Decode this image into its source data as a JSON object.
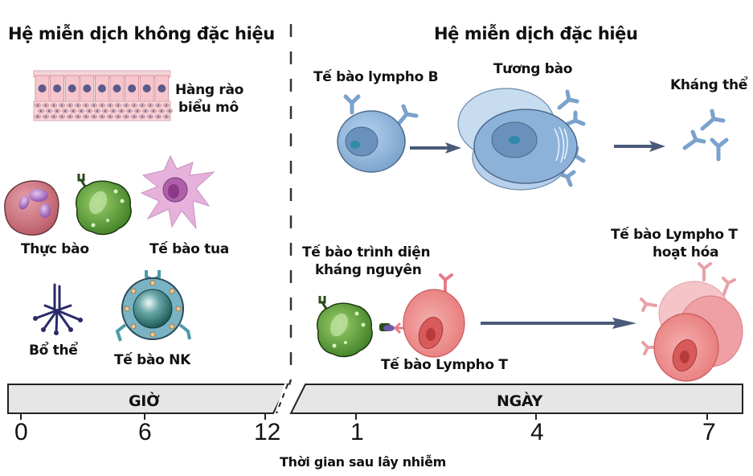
{
  "innate": {
    "title": "Hệ miễn dịch không đặc hiệu",
    "epithelial_label_line1": "Hàng rào",
    "epithelial_label_line2": "biểu mô",
    "phagocyte_label": "Thực bào",
    "dendritic_label": "Tế bào tua",
    "complement_label": "Bổ thể",
    "nk_label": "Tế bào NK"
  },
  "adaptive": {
    "title": "Hệ miễn dịch đặc hiệu",
    "b_cell_label": "Tế bào lympho B",
    "plasma_cell_label": "Tương bào",
    "antibody_label": "Kháng thể",
    "apc_label_line1": "Tế bào trình diện",
    "apc_label_line2": "kháng nguyên",
    "t_cell_label": "Tế bào Lympho T",
    "activated_t_label_line1": "Tế bào Lympho T",
    "activated_t_label_line2": "hoạt hóa"
  },
  "timeline": {
    "hours_label": "GIỜ",
    "days_label": "NGÀY",
    "hour_ticks": [
      "0",
      "6",
      "12"
    ],
    "day_ticks": [
      "1",
      "4",
      "7"
    ],
    "axis_title": "Thời gian sau lây nhiễm"
  },
  "colors": {
    "b_cell": "#8fb4da",
    "t_cell": "#e8787a",
    "phagocyte_green": "#5a9a3a",
    "arrow": "#4a5a7a",
    "timeline_fill": "#e6e6e6"
  }
}
